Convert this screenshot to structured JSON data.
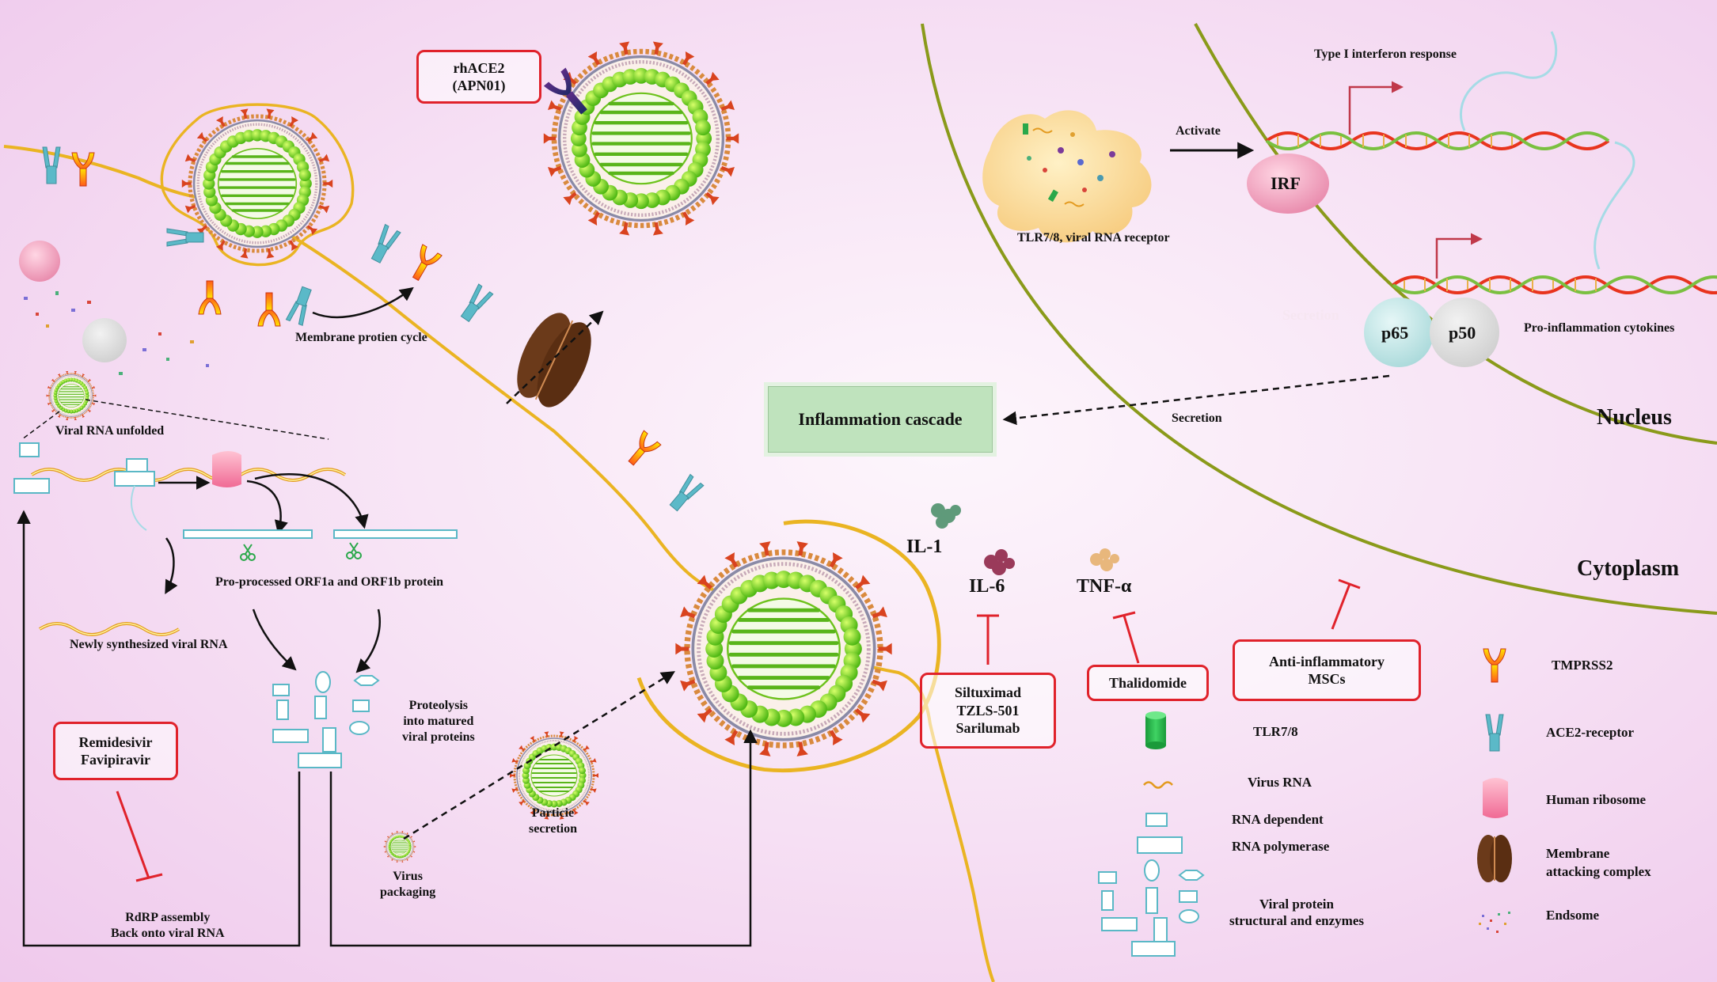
{
  "drugs": {
    "rhace2": [
      "rhACE2",
      "(APN01)"
    ],
    "remdesivir": [
      "Remidesivir",
      "Favipiravir"
    ],
    "siltuximab": [
      "Siltuximad",
      "TZLS-501",
      "Sarilumab"
    ],
    "thalidomide": [
      "Thalidomide"
    ],
    "msc": [
      "Anti-inflammatory",
      "MSCs"
    ]
  },
  "labels": {
    "membrane_cycle": "Membrane protien cycle",
    "viral_rna_unfolded": "Viral RNA unfolded",
    "orf_protein": "Pro-processed ORF1a and  ORF1b protein",
    "newly_rna": "Newly synthesized viral RNA",
    "proteolysis": [
      "Proteolysis",
      "into matured",
      "viral proteins"
    ],
    "rdrp": [
      "RdRP assembly",
      "Back onto viral RNA"
    ],
    "virus_packaging": [
      "Virus",
      "packaging"
    ],
    "particle_secretion": [
      "Particie",
      "secretion"
    ],
    "inflammation_cascade": "Inflammation cascade",
    "secretion": "Secretion",
    "secretion_faded": "Secretion",
    "tlr_receptor": "TLR7/8, viral RNA receptor",
    "activate": "Activate",
    "type1_ifn": "Type I interferon response",
    "irf": "IRF",
    "p65": "p65",
    "p50": "p50",
    "pro_inflammation": "Pro-inflammation cytokines",
    "nucleus": "Nucleus",
    "cytoplasm": "Cytoplasm",
    "il1": "IL-1",
    "il6": "IL-6",
    "tnf": "TNF-α"
  },
  "legend": {
    "tmprss2": "TMPRSS2",
    "ace2": "ACE2-receptor",
    "ribosome": "Human ribosome",
    "mac": [
      "Membrane",
      "attacking complex"
    ],
    "endosome": "Endsome",
    "tlr78": "TLR7/8",
    "virus_rna": "Virus RNA",
    "rdrp1": "RNA dependent",
    "rdrp2": "RNA polymerase",
    "viral_protein": [
      "Viral protein",
      "structural and enzymes"
    ]
  },
  "colors": {
    "inhibit": "#e0222b",
    "membrane": "#eab422",
    "boundary": "#8a9a1a",
    "rna_box": "#5ab8c6",
    "cascade_fill": "#bfe3bd"
  }
}
